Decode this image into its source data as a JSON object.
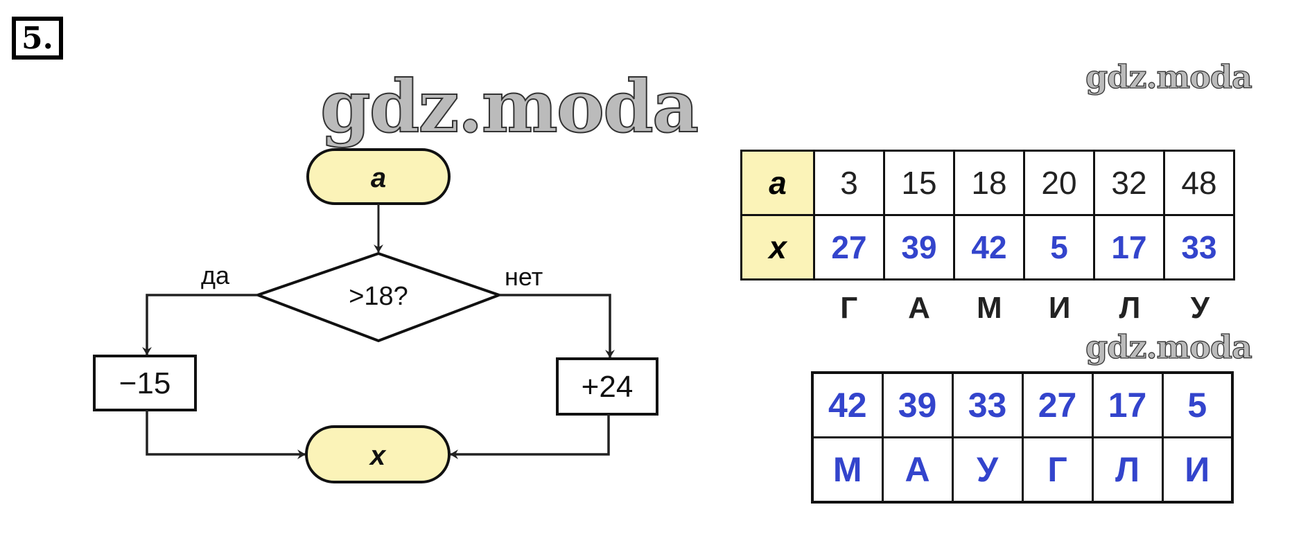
{
  "task_number": "5.",
  "watermark": "gdz.moda",
  "flowchart": {
    "input": "a",
    "condition": ">18?",
    "yes_label": "да",
    "no_label": "нет",
    "yes_action": "−15",
    "no_action": "+24",
    "output": "x"
  },
  "table1": {
    "row_a_header": "a",
    "row_x_header": "x",
    "a_values": [
      "3",
      "15",
      "18",
      "20",
      "32",
      "48"
    ],
    "x_values": [
      "27",
      "39",
      "42",
      "5",
      "17",
      "33"
    ],
    "letters": [
      "Г",
      "А",
      "М",
      "И",
      "Л",
      "У"
    ]
  },
  "table2": {
    "numbers": [
      "42",
      "39",
      "33",
      "27",
      "17",
      "5"
    ],
    "letters": [
      "М",
      "А",
      "У",
      "Г",
      "Л",
      "И"
    ]
  },
  "colors": {
    "answer_blue": "#3344cc",
    "terminal_fill": "#fbf3b8"
  }
}
